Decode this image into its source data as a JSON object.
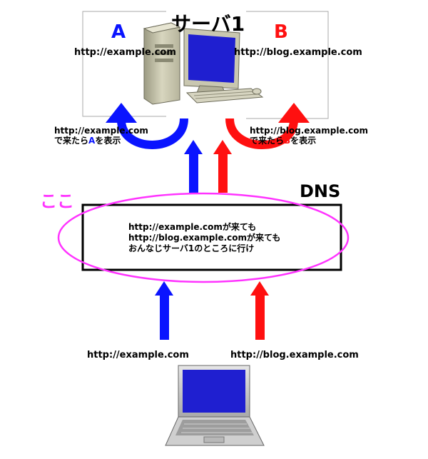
{
  "server": {
    "title": "サーバ1",
    "site_a": {
      "letter": "A",
      "url": "http://example.com",
      "note_line1": "http://example.com",
      "note_pre": "で来たら",
      "note_letter": "A",
      "note_post": "を表示"
    },
    "site_b": {
      "letter": "B",
      "url": "http://blog.example.com",
      "note_line1": "http://blog.example.com",
      "note_pre": "で来たら",
      "note_letter": "B",
      "note_post": "を表示"
    }
  },
  "dns": {
    "title": "DNS",
    "callout": "ここ",
    "lines": [
      "http://example.comが来ても",
      "http://blog.example.comが来ても",
      "おんなじサーバ1のところに行け"
    ]
  },
  "client": {
    "url_a": "http://example.com",
    "url_b": "http://blog.example.com"
  },
  "colors": {
    "blue": "#0a14ff",
    "red": "#ff1010",
    "magenta": "#ff33ff",
    "screen": "#1f1fd0"
  },
  "icons": [
    "desktop-computer-icon",
    "laptop-icon"
  ]
}
